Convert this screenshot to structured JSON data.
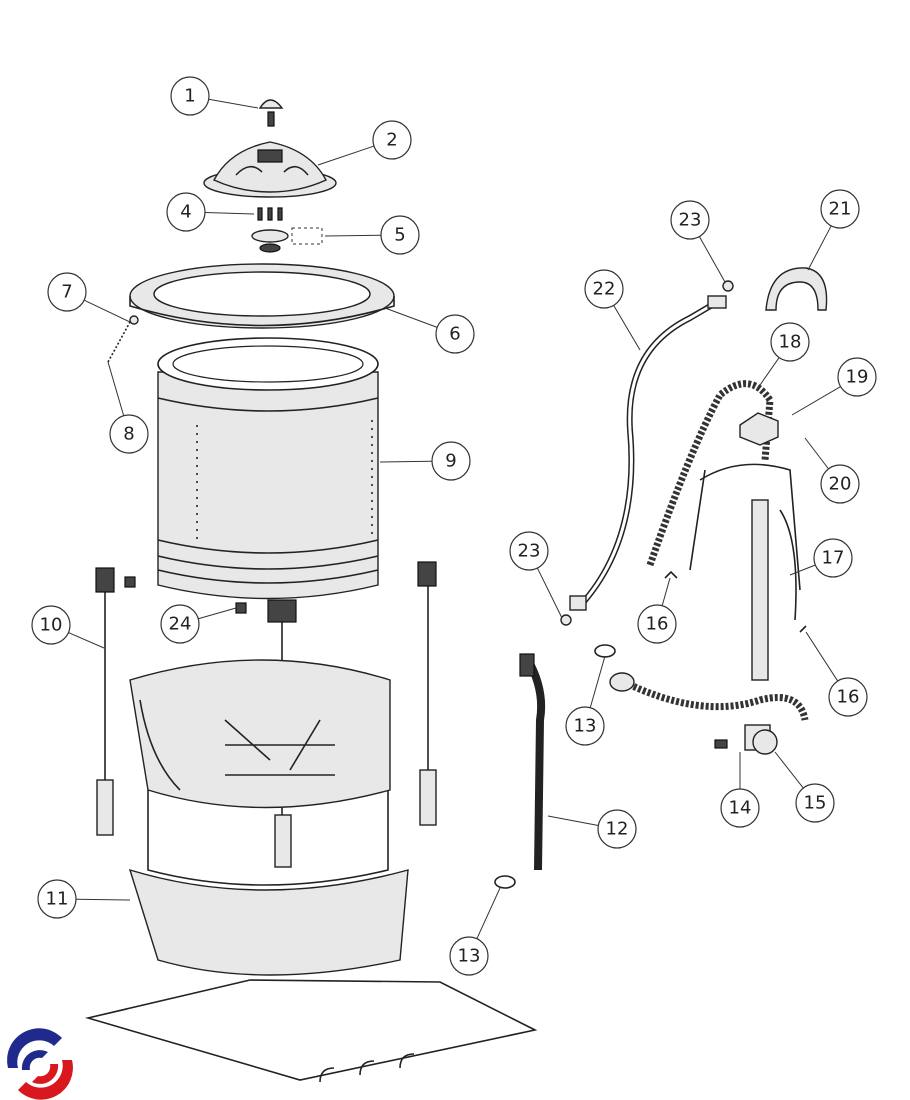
{
  "diagram": {
    "title": "Washer tub and drive exploded parts diagram",
    "callouts": [
      "1",
      "2",
      "4",
      "5",
      "6",
      "7",
      "8",
      "9",
      "10",
      "11",
      "12",
      "13",
      "13",
      "14",
      "15",
      "16",
      "16",
      "17",
      "18",
      "19",
      "20",
      "21",
      "22",
      "23",
      "23",
      "24"
    ],
    "logo_colors": {
      "blue": "#1f2a8c",
      "red": "#d9171e"
    }
  }
}
